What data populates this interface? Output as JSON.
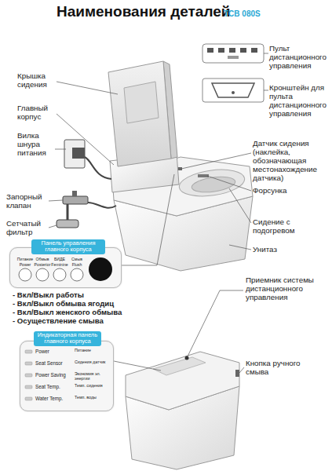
{
  "diagram": {
    "title": "Наименования деталей",
    "nodes": [
      {
        "text": [
          "Панель управления главного корпуса"
        ]
      },
      {
        "text": [
          "Индикаторная панель главного корпуса"
        ]
      }
    ],
    "labels": [
      "TCB 080S",
      "Пульт дистанционного управления",
      "Крышка сидения",
      "Главный корпус",
      "Кронштейн для пульта дистанционного управления",
      "Вилка шнура питания",
      "Датчик сидения (наклейка, обозначающая местонахождение датчика)",
      "Форсунка",
      "Запорный клапан",
      "Сетчатый фильтр",
      "Сидение с подогревом",
      "Унитаз",
      "Питание",
      "Обмыв",
      "БИДЕ",
      "Смыв",
      "Power",
      "Posterior",
      "Feminine",
      "Flush",
      "- Вкл/Выкл работы",
      "- Вкл/Выкл обмыва ягодиц",
      "- Вкл/Выкл женского обмыва",
      "- Осуществление смыва",
      "Приемник системы дистанционного управления",
      "Power",
      "Питание",
      "Seat Sensor",
      "Сидения датчик",
      "Power Saving",
      "Экономия эл. энергии",
      "Seat Temp.",
      "Темп. сидения",
      "Water Temp.",
      "Темп. воды",
      "Кнопка ручного смыва"
    ]
  }
}
